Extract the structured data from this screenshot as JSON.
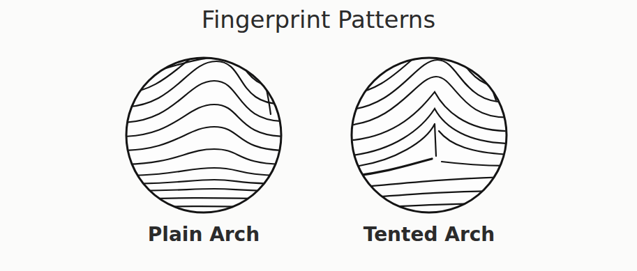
{
  "diagram": {
    "title": "Fingerprint Patterns",
    "labels": [
      "Plain Arch",
      "Tented Arch"
    ]
  }
}
